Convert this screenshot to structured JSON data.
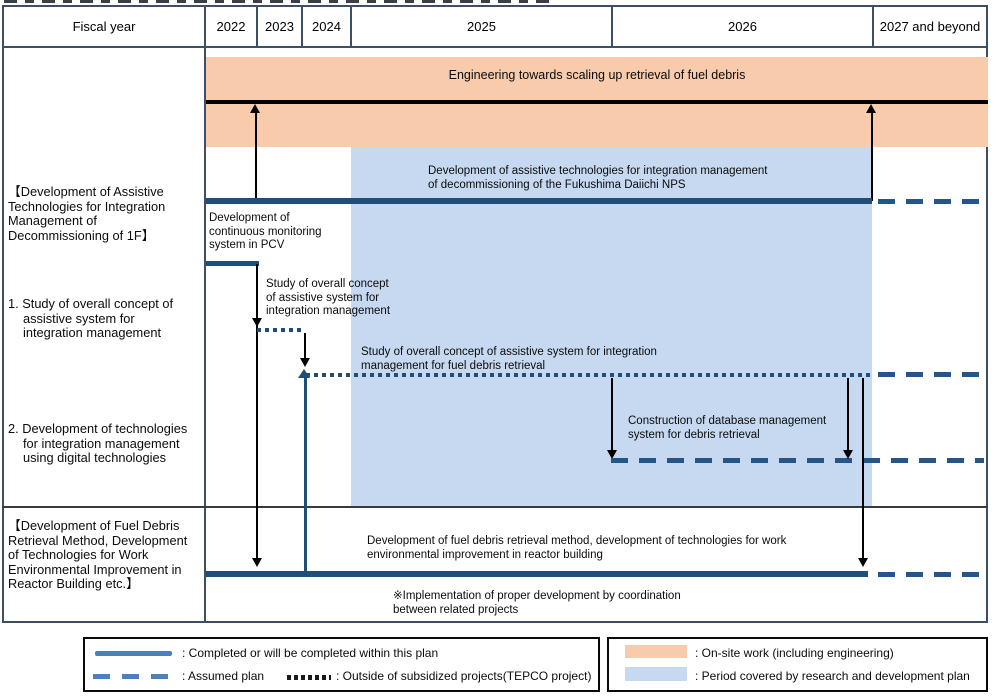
{
  "colors": {
    "onsite_orange": "#f8cbad",
    "rd_period_blue": "#c6d9f0",
    "plan_navy": "#1f4e79",
    "legend_line_blue": "#4a80c0",
    "table_border": "#3e4e63"
  },
  "header": {
    "fiscal_year": "Fiscal year",
    "years": [
      "2022",
      "2023",
      "2024",
      "2025",
      "2026",
      "2027 and beyond"
    ]
  },
  "left_labels": {
    "assistive_title": "【Development of Assistive\nTechnologies for Integration\nManagement of\nDecommissioning of 1F】",
    "item1": "1. Study of overall concept of\nassistive system for\nintegration management",
    "item2": "2. Development of technologies\nfor integration management\nusing digital technologies",
    "fuel_debris_title": "【Development of Fuel Debris\nRetrieval Method, Development\nof Technologies for Work\nEnvironmental Improvement in\nReactor Building etc.】"
  },
  "annotations": {
    "engineering": "Engineering towards scaling up retrieval of fuel debris",
    "assistive_dev": "Development of assistive technologies for integration management\nof decommissioning of the Fukushima Daiichi NPS",
    "monitoring": "Development of\ncontinuous monitoring\nsystem in PCV",
    "study_concept": "Study of overall concept\nof assistive system for\nintegration management",
    "study_concept_fuel": "Study of overall concept of assistive system for integration\nmanagement for fuel debris retrieval",
    "database": "Construction of database management\nsystem for debris retrieval",
    "fuel_method": "Development of fuel debris retrieval method, development of technologies for work\nenvironmental improvement in reactor building",
    "coordination": "※Implementation of proper development by coordination\nbetween related projects"
  },
  "legend": {
    "completed": ": Completed or will be completed within this plan",
    "assumed": ": Assumed plan",
    "outside": ": Outside of subsidized projects(TEPCO project)",
    "onsite": ": On-site work (including engineering)",
    "period": ": Period covered by research and development plan"
  }
}
